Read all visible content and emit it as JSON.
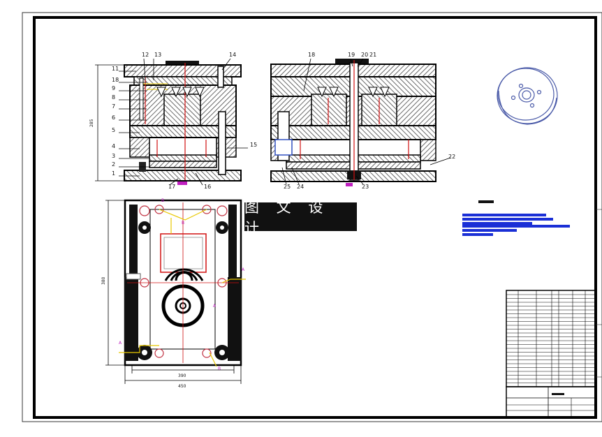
{
  "banner_text": "图 文 设 计",
  "section_labels": {
    "a1": "A",
    "a2": "A",
    "a3": "A",
    "b1": "B",
    "b2": "B",
    "b3": "B"
  },
  "part_callouts": [
    "1",
    "2",
    "3",
    "4",
    "5",
    "6",
    "7",
    "8",
    "9",
    "18",
    "11",
    "12",
    "13",
    "14",
    "15",
    "16",
    "17",
    "18",
    "19",
    "20",
    "21",
    "22",
    "23",
    "24",
    "25"
  ],
  "dimensions": {
    "plan_inner_width": "390",
    "plan_outer_width": "450",
    "plan_height": "380",
    "section_height": "285"
  },
  "colors": {
    "line": "#111111",
    "hatch": "#444444",
    "red": "#d01010",
    "yellow": "#e8c800",
    "magenta": "#c020c0",
    "blue": "#1a2fd6",
    "part_outline": "#4a5aa8"
  }
}
